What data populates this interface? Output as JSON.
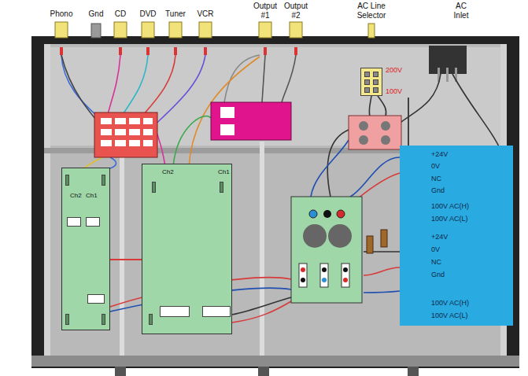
{
  "diagram": {
    "nodes": [
      {
        "text": [
          "Ch2",
          "Ch1"
        ]
      },
      {
        "text": [
          "Ch2",
          "Ch1"
        ]
      },
      {
        "text": [
          "200V",
          "100V"
        ]
      },
      {
        "text": [
          "+24V",
          "0V",
          "NC",
          "Gnd",
          "100V AC(H)",
          "100V AC(L)"
        ]
      },
      {
        "text": [
          "+24V",
          "0V",
          "NC",
          "Gnd",
          "100V AC(H)",
          "100V AC(L)"
        ]
      }
    ],
    "edges": [
      {
        "from": 0,
        "to": 1,
        "arrow": "none"
      },
      {
        "from": 2,
        "to": 3,
        "arrow": "none"
      }
    ],
    "labels": [
      "Phono",
      "Gnd",
      "CD",
      "DVD",
      "Tuner",
      "VCR",
      "Output #1",
      "Output #2",
      "AC Line Selector",
      "AC Inlet"
    ]
  }
}
